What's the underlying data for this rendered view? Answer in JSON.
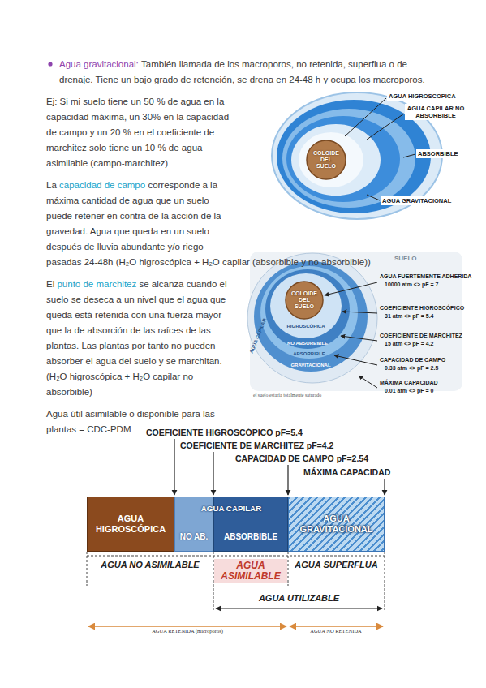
{
  "diagram": {
    "nodes": [
      {
        "text": [
          "COLOIDE DEL SUELO"
        ]
      },
      {
        "text": [
          "COLOIDE DEL SUELO"
        ]
      },
      {
        "text": [
          "AGUA HIGROSCÓPICA"
        ]
      },
      {
        "text": [
          "AGUA CAPILAR"
        ]
      },
      {
        "text": [
          "NO AB."
        ],
        "in": 3
      },
      {
        "text": [
          "ABSORBIBLE"
        ],
        "in": 3
      },
      {
        "text": [
          "AGUA GRAVITACIONAL"
        ]
      }
    ],
    "labels": [
      "Agua gravitacional:",
      "También llamada de los macroporos, no retenida, superflua o de drenaje. Tiene un bajo grado de retención, se drena en 24-48 h y ocupa los macroporos.",
      "Ej: Si mi suelo tiene un 50 % de agua en la capacidad máxima, un 30% en la capacidad de campo y un 20 % en el coeficiente de marchitez solo tiene un 10 % de agua asimilable (campo-marchitez)",
      "La",
      "capacidad de campo",
      "corresponde a la máxima cantidad de agua que un suelo puede retener en contra de la acción de la gravedad. Agua que queda en un suelo después de lluvia abundante y/o riego pasadas 24-48h (H₂O higroscópica + H₂O capilar (absorbible y no absorbible))",
      "El",
      "punto de marchitez",
      "se alcanza cuando el suelo se deseca a un nivel que el agua que queda está retenida con una fuerza mayor que la de absorción de las raíces de las plantas. Las plantas por tanto no pueden absorber el agua del suelo y se marchitan. (H₂O higroscópica + H₂O capilar no absorbible)",
      "Agua útil asimilable o disponible para las plantas = CDC-PDM",
      "AGUA HIGROSCOPICA",
      "AGUA CAPILAR NO ABSORBIBLE",
      "ABSORBIBLE",
      "AGUA GRAVITACIONAL",
      "SUELO",
      "AGUA CAPILAR",
      "HIGROSCÓPICA",
      "NO ABSORBIBLE",
      "ABSORBIBLE",
      "GRAVITACIONAL",
      "AGUA FUERTEMENTE ADHERIDA",
      "10000 atm <> pF = 7",
      "COEFICIENTE HIGROSCÓPICO",
      "31 atm <> pF = 5.4",
      "COEFICIENTE DE MARCHITEZ",
      "15 atm <> pF = 4.2",
      "CAPACIDAD DE CAMPO",
      "0.33 atm <> pF = 2.5",
      "MÁXIMA CAPACIDAD",
      "0.01 atm <> pF = 0",
      "el suelo estaría totalmente saturado",
      "COEFICIENTE HIGROSCÓPICO pF=5.4",
      "COEFICIENTE DE MARCHITEZ pF=4.2",
      "CAPACIDAD DE CAMPO pF=2.54",
      "MÁXIMA CAPACIDAD",
      "AGUA NO ASIMILABLE",
      "AGUA ASIMILABLE",
      "AGUA SUPERFLUA",
      "AGUA UTILIZABLE",
      "AGUA RETENIDA (microporos)",
      "AGUA NO RETENIDA"
    ]
  }
}
